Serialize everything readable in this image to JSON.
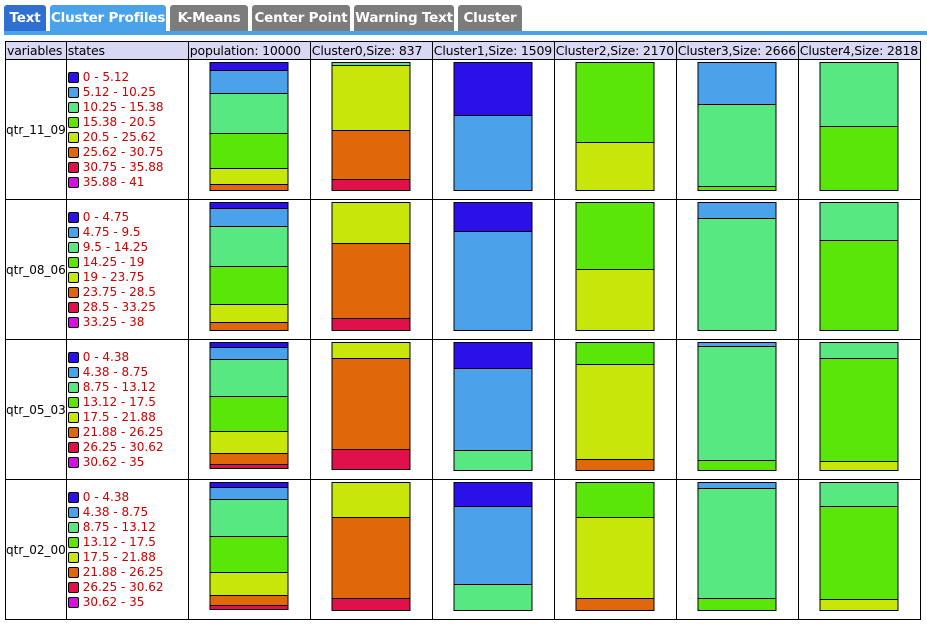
{
  "tabs": [
    {
      "label": "Text"
    },
    {
      "label": "Cluster Profiles"
    },
    {
      "label": "K-Means"
    },
    {
      "label": "Center Point"
    },
    {
      "label": "Warning Text"
    },
    {
      "label": "Cluster"
    }
  ],
  "table": {
    "headers": [
      "variables",
      "states",
      "population: 10000",
      "Cluster0,Size: 837",
      "Cluster1,Size: 1509",
      "Cluster2,Size: 2170",
      "Cluster3,Size: 2666",
      "Cluster4,Size: 2818"
    ]
  },
  "state_colors": [
    "#2b10e8",
    "#4aa3ea",
    "#58e882",
    "#5be60a",
    "#c8e60a",
    "#e0680a",
    "#e0104a",
    "#d610e0"
  ],
  "chart_data": {
    "type": "bar",
    "stacked": true,
    "columns": [
      "population: 10000",
      "Cluster0,Size: 837",
      "Cluster1,Size: 1509",
      "Cluster2,Size: 2170",
      "Cluster3,Size: 2666",
      "Cluster4,Size: 2818"
    ],
    "variables": [
      {
        "name": "qtr_11_09",
        "states": [
          "0 - 5.12",
          "5.12 - 10.25",
          "10.25 - 15.38",
          "15.38 - 20.5",
          "20.5 - 25.62",
          "25.62 - 30.75",
          "30.75 - 35.88",
          "35.88 - 41"
        ],
        "proportions": [
          [
            0.06,
            0.18,
            0.32,
            0.28,
            0.12,
            0.04,
            0.0,
            0.0
          ],
          [
            0.0,
            0.0,
            0.02,
            0.0,
            0.51,
            0.39,
            0.08,
            0.0
          ],
          [
            0.41,
            0.59,
            0.0,
            0.0,
            0.0,
            0.0,
            0.0,
            0.0
          ],
          [
            0.0,
            0.0,
            0.0,
            0.63,
            0.37,
            0.0,
            0.0,
            0.0
          ],
          [
            0.0,
            0.33,
            0.65,
            0.02,
            0.0,
            0.0,
            0.0,
            0.0
          ],
          [
            0.0,
            0.0,
            0.5,
            0.5,
            0.0,
            0.0,
            0.0,
            0.0
          ]
        ]
      },
      {
        "name": "qtr_08_06",
        "states": [
          "0 - 4.75",
          "4.75 - 9.5",
          "9.5 - 14.25",
          "14.25 - 19",
          "19 - 23.75",
          "23.75 - 28.5",
          "28.5 - 33.25",
          "33.25 - 38"
        ],
        "proportions": [
          [
            0.04,
            0.14,
            0.32,
            0.3,
            0.14,
            0.06,
            0.0,
            0.0
          ],
          [
            0.0,
            0.0,
            0.0,
            0.0,
            0.32,
            0.59,
            0.09,
            0.0
          ],
          [
            0.22,
            0.78,
            0.0,
            0.0,
            0.0,
            0.0,
            0.0,
            0.0
          ],
          [
            0.0,
            0.0,
            0.0,
            0.52,
            0.48,
            0.0,
            0.0,
            0.0
          ],
          [
            0.0,
            0.12,
            0.88,
            0.0,
            0.0,
            0.0,
            0.0,
            0.0
          ],
          [
            0.0,
            0.0,
            0.29,
            0.71,
            0.0,
            0.0,
            0.0,
            0.0
          ]
        ]
      },
      {
        "name": "qtr_05_03",
        "states": [
          "0 - 4.38",
          "4.38 - 8.75",
          "8.75 - 13.12",
          "13.12 - 17.5",
          "17.5 - 21.88",
          "21.88 - 26.25",
          "26.25 - 30.62",
          "30.62 - 35"
        ],
        "proportions": [
          [
            0.03,
            0.09,
            0.3,
            0.28,
            0.18,
            0.08,
            0.02,
            0.0
          ],
          [
            0.0,
            0.0,
            0.0,
            0.0,
            0.12,
            0.72,
            0.15,
            0.0
          ],
          [
            0.2,
            0.65,
            0.15,
            0.0,
            0.0,
            0.0,
            0.0,
            0.0
          ],
          [
            0.0,
            0.0,
            0.0,
            0.17,
            0.75,
            0.08,
            0.0,
            0.0
          ],
          [
            0.0,
            0.02,
            0.91,
            0.07,
            0.0,
            0.0,
            0.0,
            0.0
          ],
          [
            0.0,
            0.0,
            0.12,
            0.82,
            0.06,
            0.0,
            0.0,
            0.0
          ]
        ]
      },
      {
        "name": "qtr_02_00",
        "states": [
          "0 - 4.38",
          "4.38 - 8.75",
          "8.75 - 13.12",
          "13.12 - 17.5",
          "17.5 - 21.88",
          "21.88 - 26.25",
          "26.25 - 30.62",
          "30.62 - 35"
        ],
        "proportions": [
          [
            0.03,
            0.09,
            0.3,
            0.29,
            0.18,
            0.08,
            0.02,
            0.0
          ],
          [
            0.0,
            0.0,
            0.0,
            0.0,
            0.27,
            0.64,
            0.09,
            0.0
          ],
          [
            0.18,
            0.62,
            0.2,
            0.0,
            0.0,
            0.0,
            0.0,
            0.0
          ],
          [
            0.0,
            0.0,
            0.0,
            0.27,
            0.64,
            0.09,
            0.0,
            0.0
          ],
          [
            0.0,
            0.04,
            0.87,
            0.09,
            0.0,
            0.0,
            0.0,
            0.0
          ],
          [
            0.0,
            0.0,
            0.18,
            0.74,
            0.08,
            0.0,
            0.0,
            0.0
          ]
        ]
      }
    ]
  }
}
